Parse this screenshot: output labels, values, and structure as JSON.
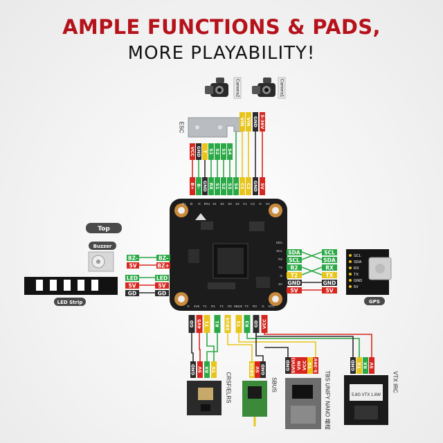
{
  "header": {
    "title": "AMPLE FUNCTIONS & PADS,",
    "subtitle": "MORE PLAYABILITY!"
  },
  "colors": {
    "title_red": "#b5121b",
    "pad_red": "#d7261e",
    "pad_green": "#2aa845",
    "pad_yellow": "#e8c51c",
    "pad_black": "#2b2b2b",
    "pcb": "#1c1c1c",
    "copper": "#c98a3d"
  },
  "cameras": {
    "cam2": "Camera2",
    "cam1": "Camera1"
  },
  "camera_pads": [
    "VIN",
    "VIN",
    "GND",
    "5-36V"
  ],
  "esc": {
    "label": "ESC",
    "top_pads": [
      "VCC",
      "GND",
      "T",
      "S1",
      "S2",
      "S3",
      "S4"
    ],
    "bottom_pads": [
      "B+",
      "B-",
      "GND",
      "RX",
      "S1",
      "S2",
      "S3",
      "S4",
      "C1",
      "C2",
      "GND",
      "5V"
    ]
  },
  "fc_top_labels": [
    "B+",
    "B-",
    "G",
    "RX1",
    "S1",
    "S2",
    "S3",
    "S4",
    "C1",
    "C2",
    "G",
    "5V"
  ],
  "fc_bottom_labels": [
    "G",
    "4V5",
    "T1",
    "R1",
    "T2",
    "R2",
    "SBUS",
    "T3",
    "R3",
    "G",
    "VCC"
  ],
  "fc_side_labels": [
    "SDA",
    "SCL",
    "R2",
    "T2",
    "G",
    "5V"
  ],
  "top_tag": "Top",
  "buzzer": {
    "label": "Buzzer",
    "pads_left": [
      "BZ-",
      "5V"
    ],
    "pads_right": [
      "BZ-",
      "BZ+"
    ]
  },
  "led_strip": {
    "label": "LED Strip",
    "pads_left": [
      "LED",
      "5V",
      "GD"
    ],
    "pads_right": [
      "LED",
      "5V",
      "GD"
    ]
  },
  "gps": {
    "label": "GPS",
    "fc_pads": [
      "SDA",
      "SCL",
      "R2",
      "T2",
      "GND",
      "5V"
    ],
    "gps_pads": [
      "SCL",
      "SDA",
      "RX",
      "TX",
      "GND",
      "5V"
    ],
    "module_pins": [
      "SCL",
      "SDA",
      "RX",
      "TX",
      "GND",
      "5V"
    ]
  },
  "bottom_pads": [
    "GD",
    "4V5",
    "T1",
    "R1",
    "SBUS",
    "T3",
    "R3",
    "GD",
    "VCC"
  ],
  "receivers": {
    "crsf": {
      "label": "CRSF/ELRS",
      "pads": [
        "GND",
        "5V",
        "RX",
        "TX"
      ]
    },
    "sbus": {
      "label": "SBUS",
      "pads": [
        "SBUS",
        "5V",
        "GND"
      ]
    },
    "tbs": {
      "label": "TBS UNIFY NANO 增程",
      "pads": [
        "GND",
        "5V(Vi)",
        "VIN",
        "VCC",
        "TX",
        "5-36V"
      ]
    },
    "vtx": {
      "label": "VTX IRC",
      "pads": [
        "GND",
        "TX",
        "RX",
        "5V"
      ],
      "module_text": "5.8G VTX 1.6W"
    }
  }
}
